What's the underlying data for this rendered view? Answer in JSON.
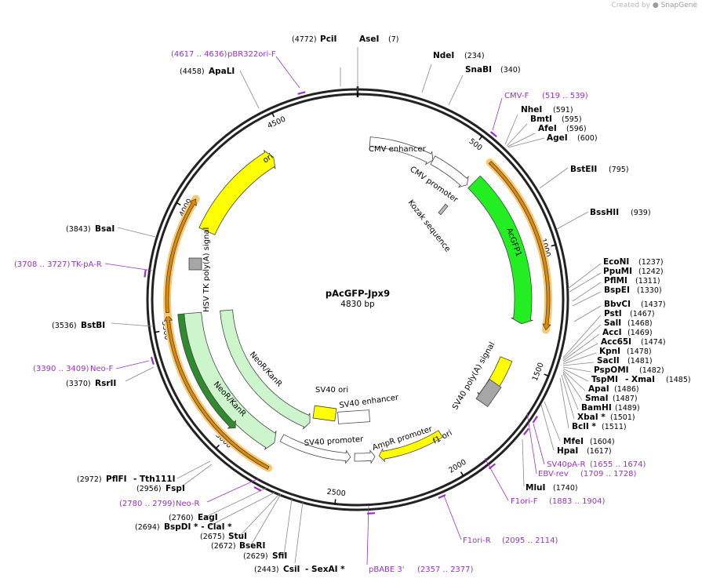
{
  "watermark": {
    "prefix": "Created by",
    "brand": "SnapGene"
  },
  "plasmid": {
    "name": "pAcGFP-Jpx9",
    "size_label": "4830 bp",
    "length": 4830
  },
  "ticks": [
    "500",
    "1000",
    "1500",
    "2000",
    "2500",
    "3000",
    "3500",
    "4000",
    "4500"
  ],
  "features": [
    {
      "name": "CMV enhancer",
      "color": "#ffffff"
    },
    {
      "name": "CMV promoter",
      "color": "#ffffff"
    },
    {
      "name": "Kozak sequence",
      "color": "#bbbbbb"
    },
    {
      "name": "AcGFP1",
      "color": "#22ee22"
    },
    {
      "name": "SV40 poly(A) signal",
      "color": "#a6a6a6"
    },
    {
      "name": "f1 ori",
      "color": "#ffff00"
    },
    {
      "name": "AmpR promoter",
      "color": "#ffffff"
    },
    {
      "name": "SV40 promoter",
      "color": "#ffffff"
    },
    {
      "name": "SV40 ori",
      "color": "#ffff00"
    },
    {
      "name": "SV40 enhancer",
      "color": "#ffffff"
    },
    {
      "name": "NeoR/KanR",
      "color": "#ccf5cc"
    },
    {
      "name": "HSV TK poly(A) signal",
      "color": "#a6a6a6"
    },
    {
      "name": "ori",
      "color": "#ffff00"
    }
  ],
  "sites": [
    {
      "name": "PciI",
      "pos": "(4772)"
    },
    {
      "name": "AseI",
      "pos": "(7)"
    },
    {
      "name": "NdeI",
      "pos": "(234)"
    },
    {
      "name": "SnaBI",
      "pos": "(340)"
    },
    {
      "name": "NheI",
      "pos": "(591)"
    },
    {
      "name": "BmtI",
      "pos": "(595)"
    },
    {
      "name": "AfeI",
      "pos": "(596)"
    },
    {
      "name": "AgeI",
      "pos": "(600)"
    },
    {
      "name": "BstEII",
      "pos": "(795)"
    },
    {
      "name": "BssHII",
      "pos": "(939)"
    },
    {
      "name": "EcoNI",
      "pos": "(1237)"
    },
    {
      "name": "PpuMI",
      "pos": "(1242)"
    },
    {
      "name": "PflMI",
      "pos": "(1311)"
    },
    {
      "name": "BspEI",
      "pos": "(1330)"
    },
    {
      "name": "BbvCI",
      "pos": "(1437)"
    },
    {
      "name": "PstI",
      "pos": "(1467)"
    },
    {
      "name": "SalI",
      "pos": "(1468)"
    },
    {
      "name": "AccI",
      "pos": "(1469)"
    },
    {
      "name": "Acc65I",
      "pos": "(1474)"
    },
    {
      "name": "KpnI",
      "pos": "(1478)"
    },
    {
      "name": "SacII",
      "pos": "(1481)"
    },
    {
      "name": "PspOMI",
      "pos": "(1482)"
    },
    {
      "name": "TspMI",
      "pos": ""
    },
    {
      "name": "- XmaI",
      "pos": "(1485)"
    },
    {
      "name": "ApaI",
      "pos": "(1486)"
    },
    {
      "name": "SmaI",
      "pos": "(1487)"
    },
    {
      "name": "BamHI",
      "pos": "(1489)"
    },
    {
      "name": "XbaI *",
      "pos": "(1501)"
    },
    {
      "name": "BclI *",
      "pos": "(1511)"
    },
    {
      "name": "MfeI",
      "pos": "(1604)"
    },
    {
      "name": "HpaI",
      "pos": "(1617)"
    },
    {
      "name": "MluI",
      "pos": "(1740)"
    },
    {
      "name": "CsiI",
      "pos": "(2443)"
    },
    {
      "name": "- SexAI *",
      "pos": ""
    },
    {
      "name": "SfiI",
      "pos": "(2629)"
    },
    {
      "name": "BseRI",
      "pos": "(2672)"
    },
    {
      "name": "StuI",
      "pos": "(2675)"
    },
    {
      "name": "BspDI * - ClaI *",
      "pos": "(2694)"
    },
    {
      "name": "EagI",
      "pos": "(2760)"
    },
    {
      "name": "FspI",
      "pos": "(2956)"
    },
    {
      "name": "PflFI",
      "pos": "(2972)"
    },
    {
      "name": "- Tth111I",
      "pos": ""
    },
    {
      "name": "RsrII",
      "pos": "(3370)"
    },
    {
      "name": "BstBI",
      "pos": "(3536)"
    },
    {
      "name": "BsaI",
      "pos": "(3843)"
    },
    {
      "name": "ApaLI",
      "pos": "(4458)"
    }
  ],
  "primers": [
    {
      "name": "pBR322ori-F",
      "range": "(4617 .. 4636)"
    },
    {
      "name": "CMV-F",
      "range": "(519 .. 539)"
    },
    {
      "name": "SV40pA-R",
      "range": "(1655 .. 1674)"
    },
    {
      "name": "EBV-rev",
      "range": "(1709 .. 1728)"
    },
    {
      "name": "F1ori-F",
      "range": "(1883 .. 1904)"
    },
    {
      "name": "F1ori-R",
      "range": "(2095 .. 2114)"
    },
    {
      "name": "pBABE 3'",
      "range": "(2357 .. 2377)"
    },
    {
      "name": "Neo-R",
      "range": "(2780 .. 2799)"
    },
    {
      "name": "Neo-F",
      "range": "(3390 .. 3409)"
    },
    {
      "name": "TK-pA-R",
      "range": "(3708 .. 3727)"
    }
  ],
  "colors": {
    "backbone": "#222222",
    "primer": "#9b30c8",
    "orf_halo": "#f8c870"
  }
}
